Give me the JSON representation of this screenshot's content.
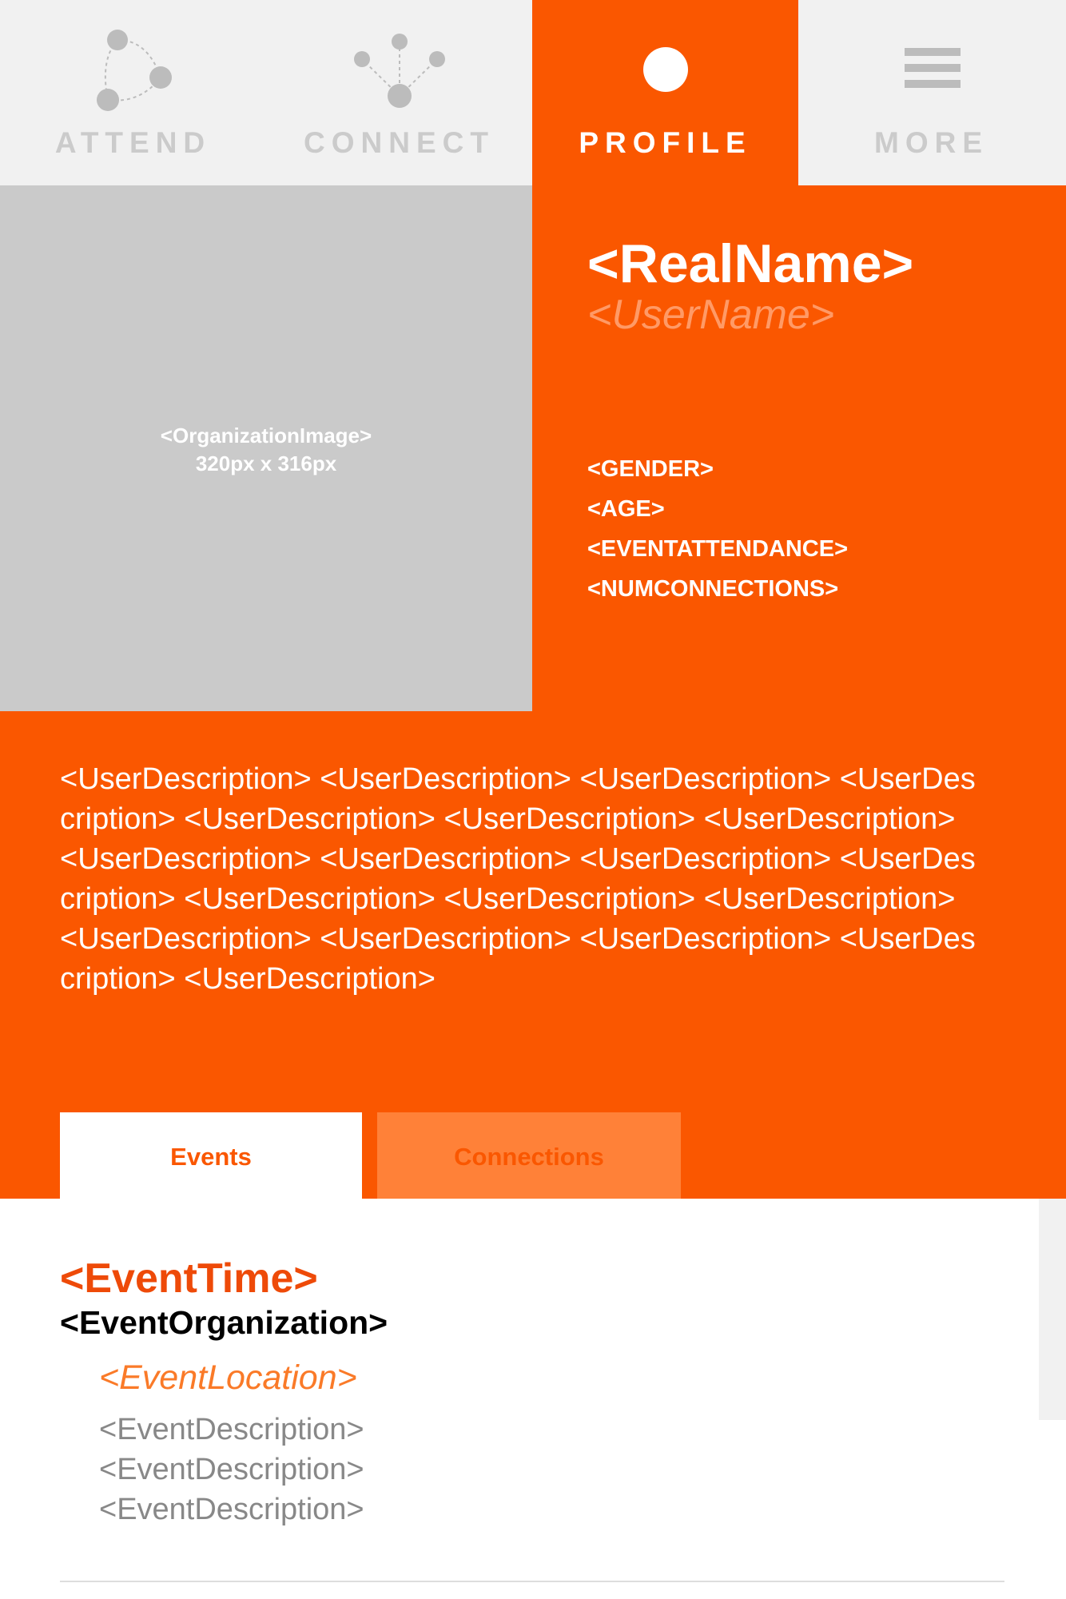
{
  "nav": {
    "tabs": [
      {
        "label": "ATTEND",
        "icon": "attend-cycle-icon"
      },
      {
        "label": "CONNECT",
        "icon": "connect-network-icon"
      },
      {
        "label": "PROFILE",
        "icon": "profile-dot-icon",
        "active": true
      },
      {
        "label": "MORE",
        "icon": "hamburger-menu-icon"
      }
    ]
  },
  "profile": {
    "org_image_caption_1": "<OrganizationImage>",
    "org_image_caption_2": "320px x 316px",
    "real_name": "<RealName>",
    "user_name": "<UserName>",
    "stats": [
      "<GENDER>",
      "<AGE>",
      "<EVENTATTENDANCE>",
      "<NUMCONNECTIONS>"
    ]
  },
  "description": "<UserDescription> <UserDescription> <UserDescription> <UserDescription> <UserDescription> <UserDescription> <UserDescription> <UserDescription> <UserDescription> <UserDescription> <UserDescription> <UserDescription> <UserDescription> <UserDescription> <UserDescription> <UserDescription> <UserDescription> <UserDescription> <UserDescription>",
  "tabs": {
    "events": "Events",
    "connections": "Connections"
  },
  "event": {
    "time": "<EventTime>",
    "organization": "<EventOrganization>",
    "location": "<EventLocation>",
    "description_lines": [
      "<EventDescription>",
      "<EventDescription>",
      "<EventDescription>"
    ]
  },
  "colors": {
    "accent": "#fa5700",
    "tab_inactive": "#ff8138",
    "nav_bg": "#f1f1f1",
    "image_placeholder": "#cacaca"
  }
}
